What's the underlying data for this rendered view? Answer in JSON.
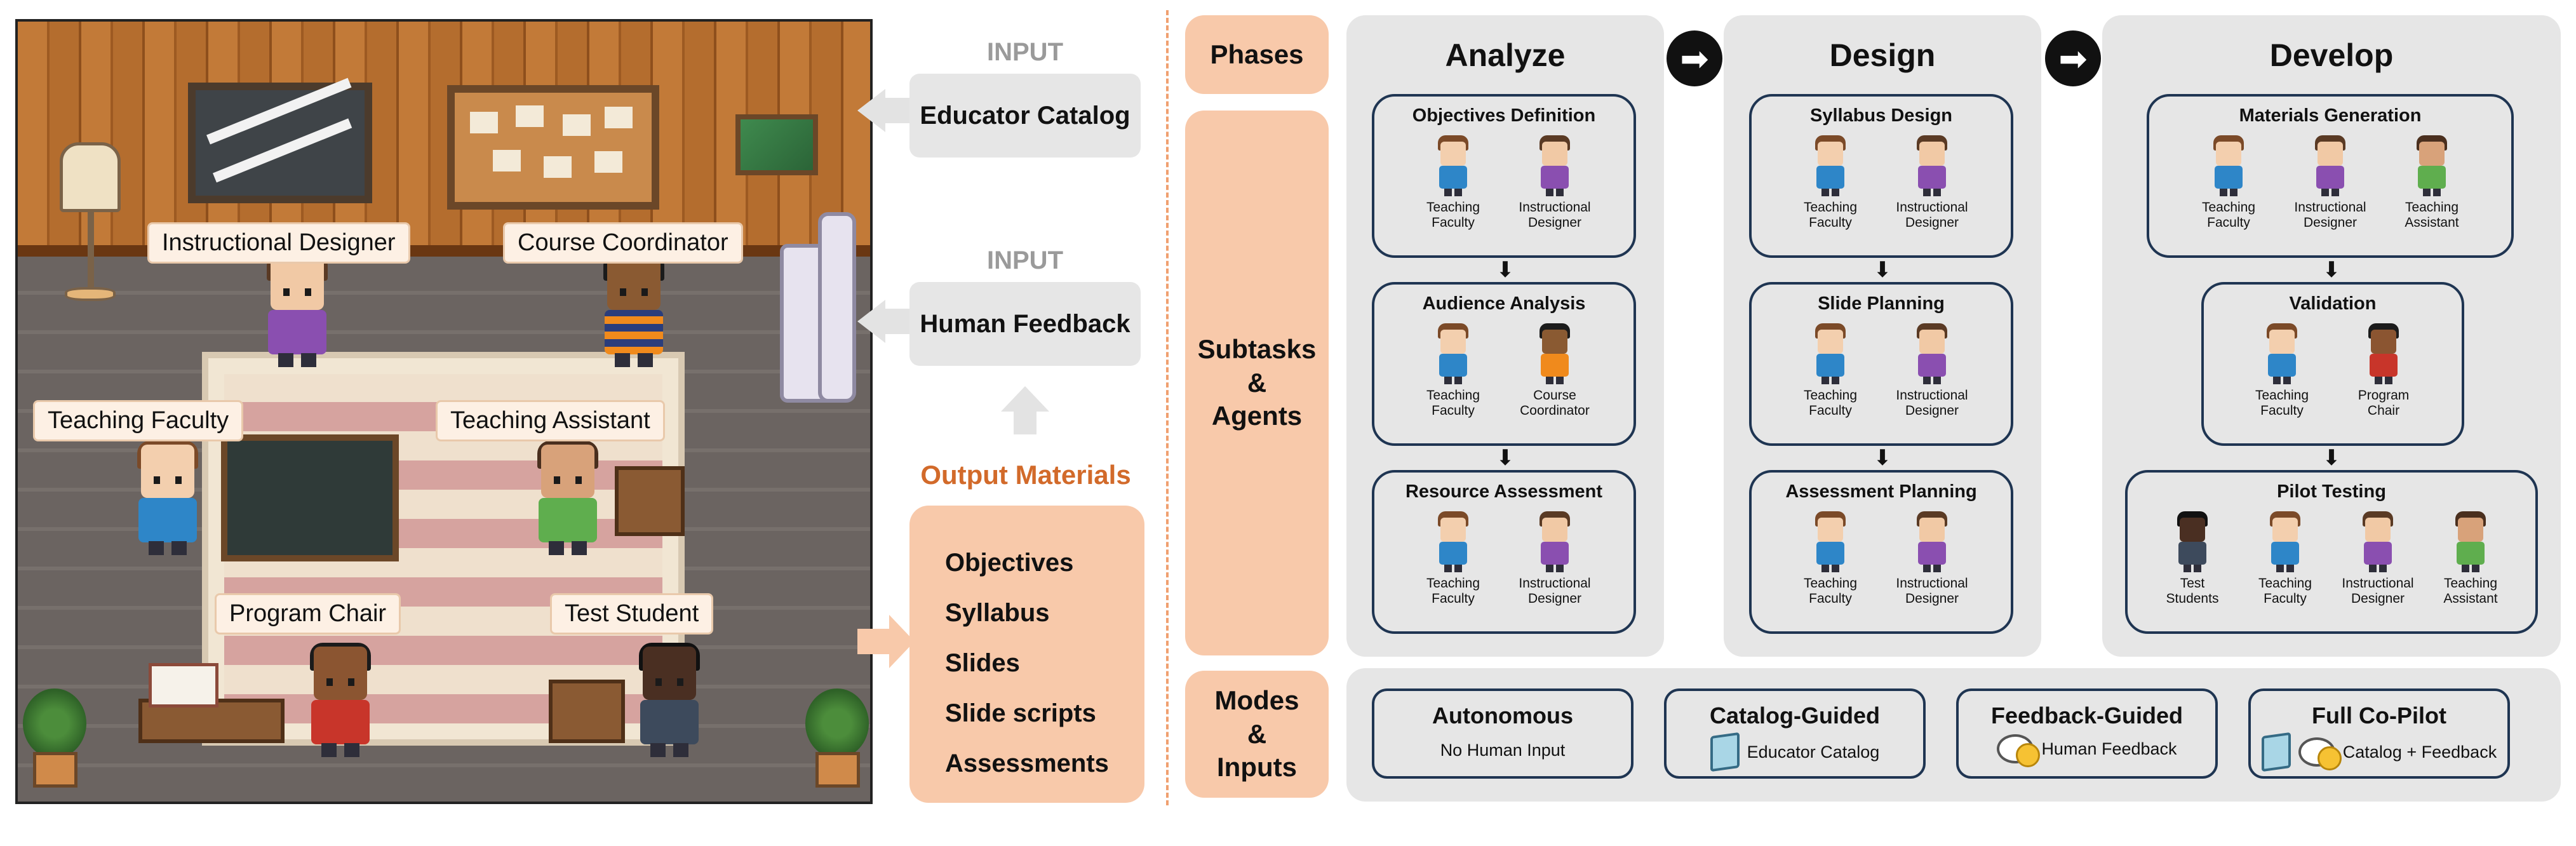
{
  "scene": {
    "labels": {
      "instructional_designer": "Instructional Designer",
      "course_coordinator": "Course Coordinator",
      "teaching_faculty": "Teaching Faculty",
      "teaching_assistant": "Teaching Assistant",
      "program_chair": "Program Chair",
      "test_student": "Test Student"
    }
  },
  "inputs": {
    "educator_catalog": {
      "tag": "INPUT",
      "label": "Educator Catalog"
    },
    "human_feedback": {
      "tag": "INPUT",
      "label": "Human Feedback"
    }
  },
  "output": {
    "title": "Output Materials",
    "items": [
      "Objectives",
      "Syllabus",
      "Slides",
      "Slide scripts",
      "Assessments"
    ]
  },
  "rows": {
    "phases": "Phases",
    "subtasks": [
      "Subtasks",
      "&",
      "Agents"
    ],
    "modes": [
      "Modes",
      "&",
      "Inputs"
    ]
  },
  "phases": [
    {
      "title": "Analyze",
      "tasks": [
        {
          "title": "Objectives Definition",
          "agents": [
            [
              "Teaching",
              "Faculty"
            ],
            [
              "Instructional",
              "Designer"
            ]
          ]
        },
        {
          "title": "Audience Analysis",
          "agents": [
            [
              "Teaching",
              "Faculty"
            ],
            [
              "Course",
              "Coordinator"
            ]
          ]
        },
        {
          "title": "Resource Assessment",
          "agents": [
            [
              "Teaching",
              "Faculty"
            ],
            [
              "Instructional",
              "Designer"
            ]
          ]
        }
      ]
    },
    {
      "title": "Design",
      "tasks": [
        {
          "title": "Syllabus Design",
          "agents": [
            [
              "Teaching",
              "Faculty"
            ],
            [
              "Instructional",
              "Designer"
            ]
          ]
        },
        {
          "title": "Slide Planning",
          "agents": [
            [
              "Teaching",
              "Faculty"
            ],
            [
              "Instructional",
              "Designer"
            ]
          ]
        },
        {
          "title": "Assessment Planning",
          "agents": [
            [
              "Teaching",
              "Faculty"
            ],
            [
              "Instructional",
              "Designer"
            ]
          ]
        }
      ]
    },
    {
      "title": "Develop",
      "tasks": [
        {
          "title": "Materials Generation",
          "agents": [
            [
              "Teaching",
              "Faculty"
            ],
            [
              "Instructional",
              "Designer"
            ],
            [
              "Teaching",
              "Assistant"
            ]
          ]
        },
        {
          "title": "Validation",
          "agents": [
            [
              "Teaching",
              "Faculty"
            ],
            [
              "Program",
              "Chair"
            ]
          ]
        },
        {
          "title": "Pilot Testing",
          "agents": [
            [
              "Test",
              "Students"
            ],
            [
              "Teaching",
              "Faculty"
            ],
            [
              "Instructional",
              "Designer"
            ],
            [
              "Teaching",
              "Assistant"
            ]
          ]
        }
      ]
    }
  ],
  "modes": [
    {
      "title": "Autonomous",
      "sub": "No Human Input",
      "icons": []
    },
    {
      "title": "Catalog-Guided",
      "sub": "Educator Catalog",
      "icons": [
        "catalog-book-icon"
      ]
    },
    {
      "title": "Feedback-Guided",
      "sub": "Human Feedback",
      "icons": [
        "feedback-bubble-icon"
      ]
    },
    {
      "title": "Full Co-Pilot",
      "sub": "Catalog + Feedback",
      "icons": [
        "catalog-book-icon",
        "feedback-bubble-icon"
      ]
    }
  ],
  "colors": {
    "peach": "#f8c9aa",
    "orange_text": "#d26a2a",
    "panel_gray": "#e6e6e6",
    "border_navy": "#1f3552"
  }
}
